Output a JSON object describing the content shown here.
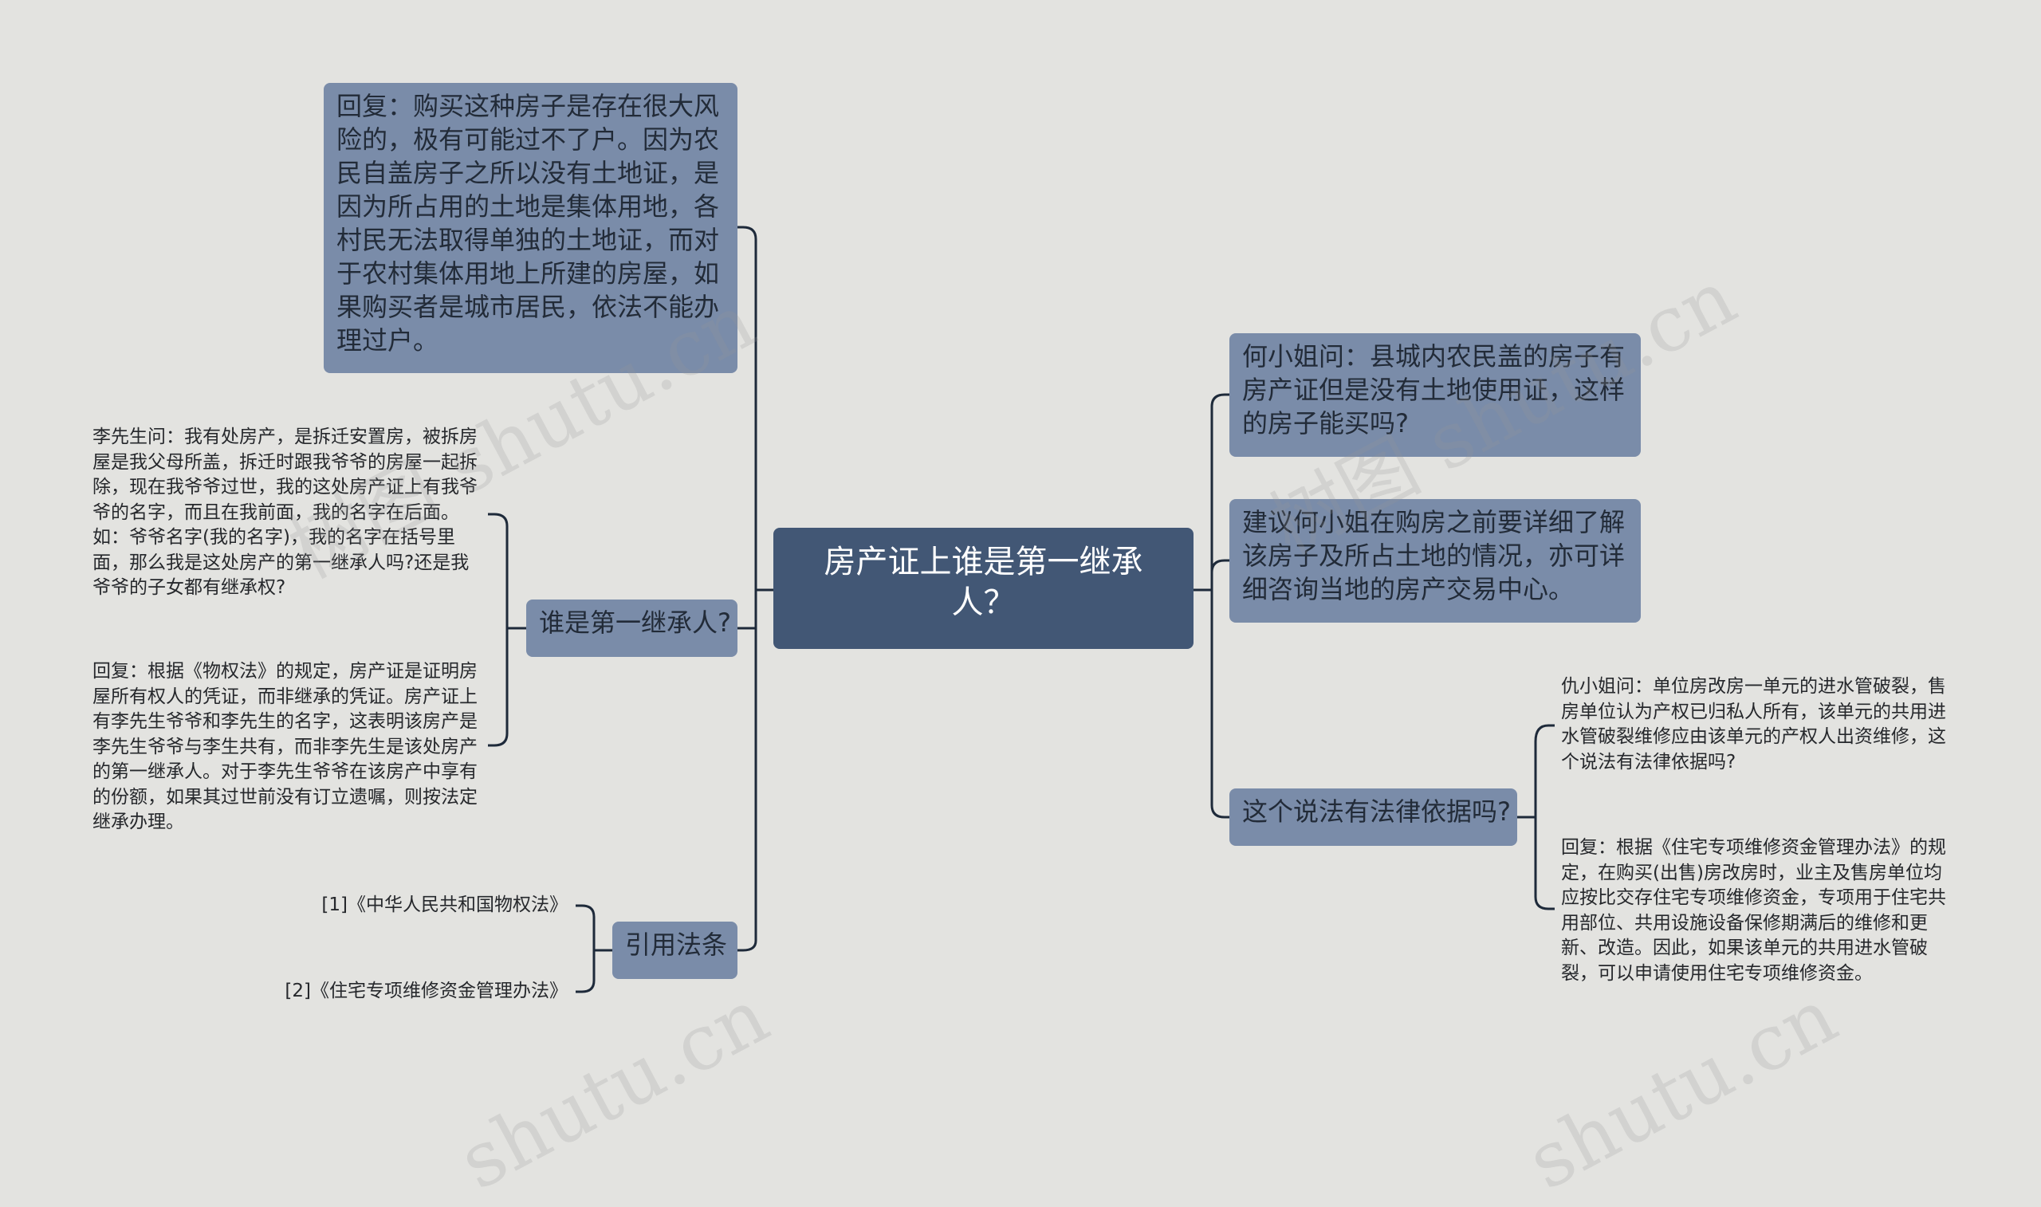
{
  "root": {
    "text": "房产证上谁是第一继承人？"
  },
  "left": {
    "reply_top": "回复：购买这种房子是存在很大风险的，极有可能过不了户。因为农民自盖房子之所以没有土地证，是因为所占用的土地是集体用地，各村民无法取得单独的土地证，而对于农村集体用地上所建的房屋，如果购买者是城市居民，依法不能办理过户。",
    "heir_topic": "谁是第一继承人?",
    "heir_question": "李先生问：我有处房产，是拆迁安置房，被拆房屋是我父母所盖，拆迁时跟我爷爷的房屋一起拆除，现在我爷爷过世，我的这处房产证上有我爷爷的名字，而且在我前面，我的名字在后面。如：爷爷名字(我的名字)，我的名字在括号里面，那么我是这处房产的第一继承人吗?还是我爷爷的子女都有继承权?",
    "heir_reply": "回复：根据《物权法》的规定，房产证是证明房屋所有权人的凭证，而非继承的凭证。房产证上有李先生爷爷和李先生的名字，这表明该房产是李先生爷爷与李生共有，而非李先生是该处房产的第一继承人。对于李先生爷爷在该房产中享有的份额，如果其过世前没有订立遗嘱，则按法定继承办理。",
    "law_topic": "引用法条",
    "law_1": "[1]《中华人民共和国物权法》",
    "law_2": "[2]《住宅专项维修资金管理办法》"
  },
  "right": {
    "he_question": "何小姐问：县城内农民盖的房子有房产证但是没有土地使用证，这样的房子能买吗?",
    "he_advice": "建议何小姐在购房之前要详细了解该房子及所占土地的情况，亦可详细咨询当地的房产交易中心。",
    "legal_topic": "这个说法有法律依据吗?",
    "qiu_question": "仇小姐问：单位房改房一单元的进水管破裂，售房单位认为产权已归私人所有，该单元的共用进水管破裂维修应由该单元的产权人出资维修，这个说法有法律依据吗?",
    "qiu_reply": "回复：根据《住宅专项维修资金管理办法》的规定，在购买(出售)房改房时，业主及售房单位均应按比交存住宅专项维修资金，专项用于住宅共用部位、共用设施设备保修期满后的维修和更新、改造。因此，如果该单元的共用进水管破裂，可以申请使用住宅专项维修资金。"
  },
  "watermarks": [
    "树图 shutu.cn",
    "树图 shutu.cn",
    "shutu.cn",
    "shutu.cn"
  ],
  "colors": {
    "background": "#e3e3e0",
    "root_fill": "#425775",
    "topic_fill": "#7a8ca9",
    "connector": "#1e2a3a"
  }
}
